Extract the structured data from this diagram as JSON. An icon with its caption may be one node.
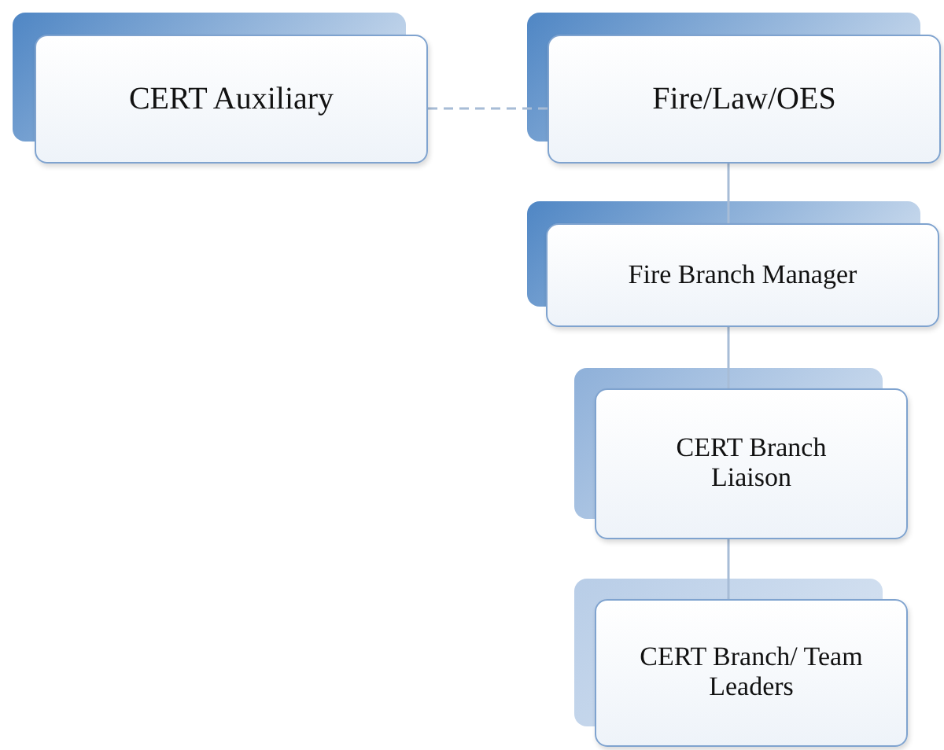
{
  "diagram": {
    "nodes": [
      {
        "text": [
          "CERT Auxiliary"
        ]
      },
      {
        "text": [
          "Fire/Law/OES"
        ]
      },
      {
        "text": [
          "Fire Branch Manager"
        ]
      },
      {
        "text": [
          "CERT Branch Liaison"
        ]
      },
      {
        "text": [
          "CERT Branch/ Team Leaders"
        ]
      }
    ],
    "edges": [
      {
        "from": 0,
        "to": 1,
        "arrow": "none",
        "style": "dashed"
      },
      {
        "from": 1,
        "to": 2,
        "arrow": "none"
      },
      {
        "from": 2,
        "to": 3,
        "arrow": "none"
      },
      {
        "from": 3,
        "to": 4,
        "arrow": "none"
      }
    ]
  }
}
